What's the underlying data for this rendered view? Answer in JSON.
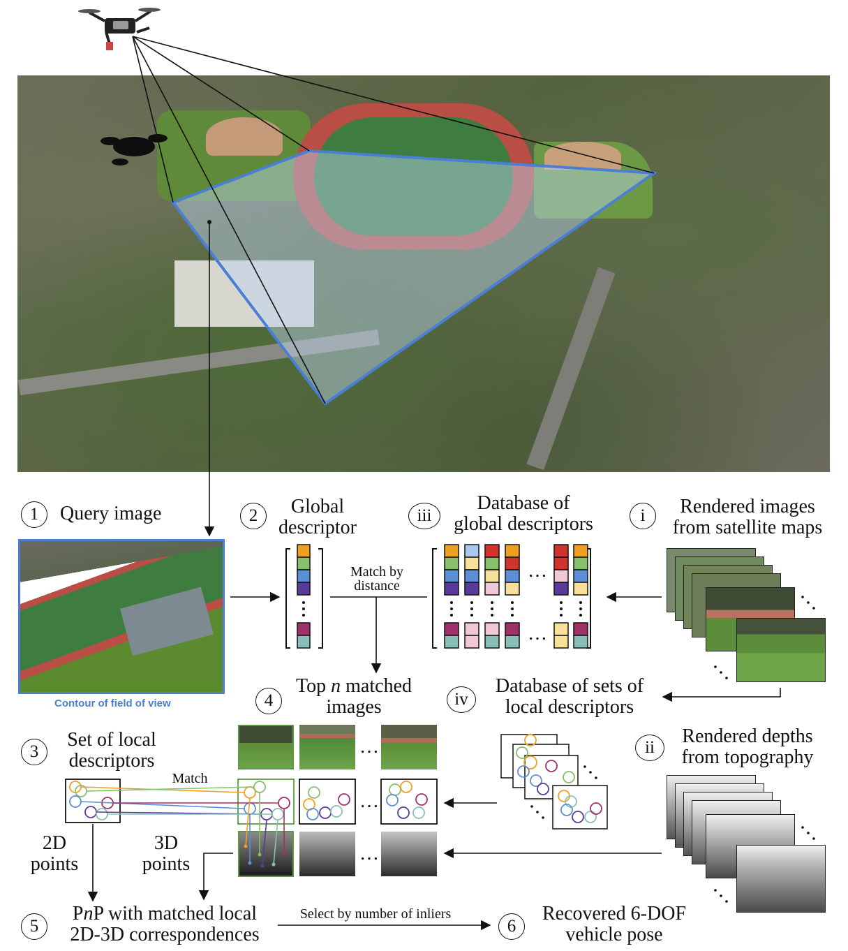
{
  "steps": {
    "s1": {
      "num": "1",
      "label": "Query image"
    },
    "s2": {
      "num": "2",
      "label_line1": "Global",
      "label_line2": "descriptor"
    },
    "s3": {
      "num": "3",
      "label_line1": "Set of local",
      "label_line2": "descriptors"
    },
    "s4": {
      "num": "4",
      "label_line1_pre": "Top ",
      "label_line1_n": "n",
      "label_line1_post": " matched",
      "label_line2": "images"
    },
    "s5": {
      "num": "5",
      "label_line1_pre": "P",
      "label_line1_n": "n",
      "label_line1_post": "P with matched local",
      "label_line2": "2D-3D correspondences"
    },
    "s6": {
      "num": "6",
      "label_line1": "Recovered 6-DOF",
      "label_line2": "vehicle pose"
    }
  },
  "db_steps": {
    "i": {
      "num": "i",
      "label_line1": "Rendered images",
      "label_line2": "from satellite maps"
    },
    "ii": {
      "num": "ii",
      "label_line1": "Rendered depths",
      "label_line2": "from topography"
    },
    "iii": {
      "num": "iii",
      "label_line1": "Database of",
      "label_line2": "global descriptors"
    },
    "iv": {
      "num": "iv",
      "label_line1": "Database of sets of",
      "label_line2": "local descriptors"
    }
  },
  "edge_labels": {
    "match_by_distance_1": "Match by",
    "match_by_distance_2": "distance",
    "match": "Match",
    "points_2d_1": "2D",
    "points_2d_2": "points",
    "points_3d_1": "3D",
    "points_3d_2": "points",
    "select_by_inliers": "Select by number of inliers"
  },
  "caption": "Contour of field of view",
  "ellipsis": "…",
  "colors": {
    "fov_outline": "#4a7fd4",
    "orange": "#f0a020",
    "green": "#86c06a",
    "blue": "#5b8fd8",
    "purple": "#5a3a9a",
    "magenta": "#a0306a",
    "teal": "#88c0b8",
    "red": "#d0342c",
    "light_blue": "#a8c8f0",
    "light_yellow": "#f8e098",
    "pink": "#f0c8d8",
    "match_box_outline": "#5a9a40"
  },
  "icons": [
    "drone-icon",
    "drone-shadow-icon"
  ]
}
